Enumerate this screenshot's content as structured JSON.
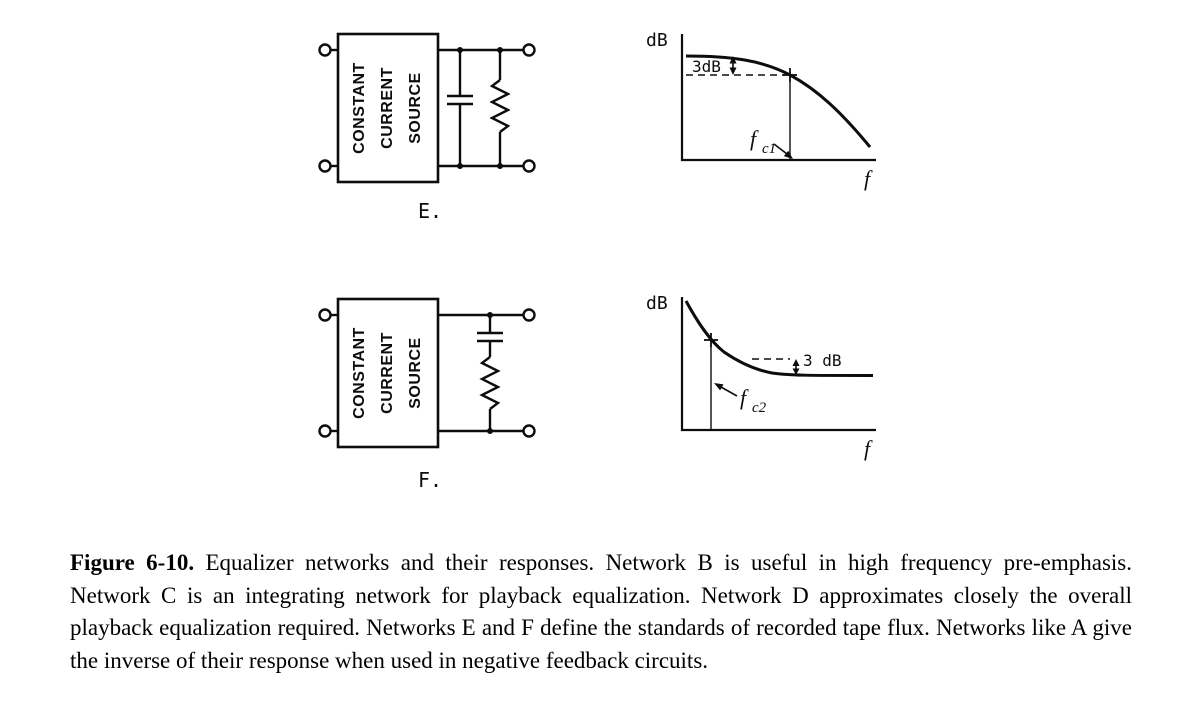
{
  "figure": {
    "circuit_e": {
      "source_lines": [
        "CONSTANT",
        "CURRENT",
        "SOURCE"
      ],
      "label": "E."
    },
    "circuit_f": {
      "source_lines": [
        "CONSTANT",
        "CURRENT",
        "SOURCE"
      ],
      "label": "F."
    },
    "response_e": {
      "y_label": "dB",
      "x_label": "f",
      "drop_label": "3dB",
      "corner_f": "f",
      "corner_sub": "c1"
    },
    "response_f": {
      "y_label": "dB",
      "x_label": "f",
      "drop_label": "3 dB",
      "corner_f": "f",
      "corner_sub": "c2"
    }
  },
  "caption": {
    "figure_label": "Figure 6-10.",
    "text": "Equalizer networks and their responses. Network B is useful in high frequency pre-emphasis. Network C is an integrating network for playback equalization. Network D approximates closely the overall playback equalization required. Networks E and F define the standards of recorded tape flux. Networks like A give the inverse of their response when used in negative feedback circuits."
  },
  "chart_data": [
    {
      "type": "line",
      "network": "E",
      "title": "",
      "xlabel": "f",
      "ylabel": "dB",
      "annotations": [
        "3dB",
        "f_c1"
      ],
      "shape": "flat at low frequency, down 3 dB at corner frequency f_c1, rolling off toward high frequency"
    },
    {
      "type": "line",
      "network": "F",
      "title": "",
      "xlabel": "f",
      "ylabel": "dB",
      "annotations": [
        "3 dB",
        "f_c2"
      ],
      "shape": "falling from low frequency, levels to a flat shelf above corner frequency f_c2; corner point is 3 dB above the shelf"
    }
  ]
}
